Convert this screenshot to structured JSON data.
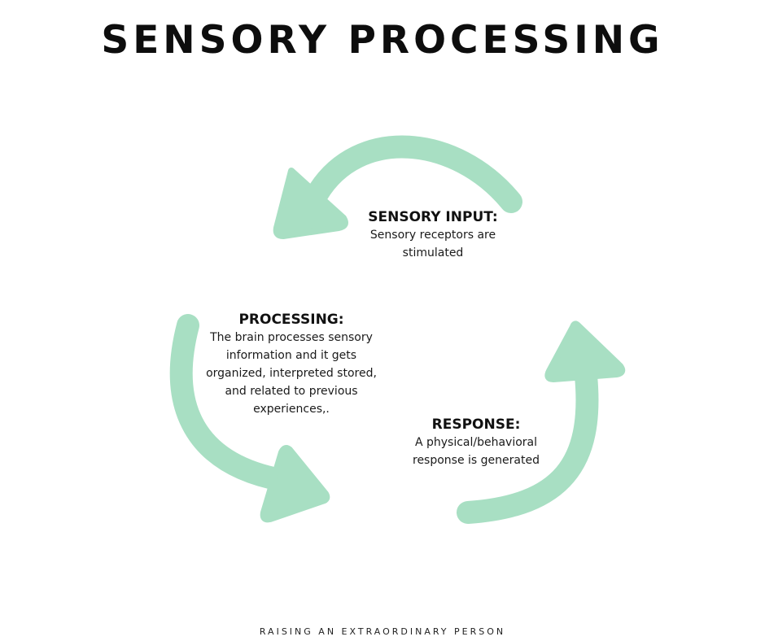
{
  "title": "SENSORY PROCESSING",
  "colors": {
    "arrow": "#a8dfc3",
    "text": "#111111"
  },
  "stages": [
    {
      "heading": "SENSORY INPUT:",
      "description_lines": [
        "Sensory receptors are",
        "stimulated"
      ]
    },
    {
      "heading": "PROCESSING:",
      "description_lines": [
        "The brain processes sensory",
        "information and it gets",
        "organized, interpreted stored,",
        "and related to previous",
        "experiences,."
      ]
    },
    {
      "heading": "RESPONSE:",
      "description_lines": [
        "A physical/behavioral",
        "response is generated"
      ]
    }
  ],
  "footer": "RAISING AN EXTRAORDINARY PERSON"
}
